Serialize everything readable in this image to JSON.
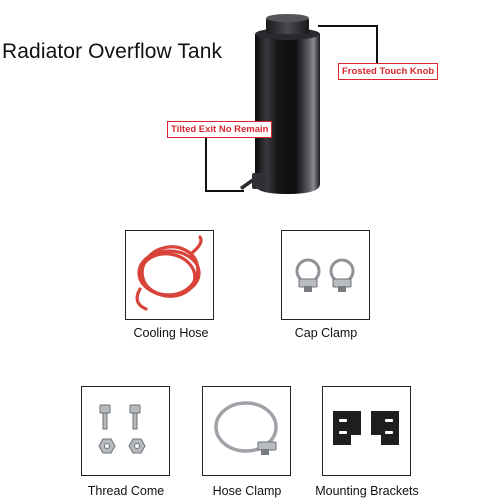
{
  "title": "Radiator Overflow Tank",
  "callouts": {
    "knob": "Frosted Touch Knob",
    "exit": "Tilted Exit No Remain"
  },
  "accessories": [
    {
      "label": "Cooling Hose",
      "icon": "hose-coil-icon"
    },
    {
      "label": "Cap Clamp",
      "icon": "cap-clamp-icon"
    },
    {
      "label": "Thread Come",
      "icon": "bolts-nuts-icon"
    },
    {
      "label": "Hose Clamp",
      "icon": "hose-clamp-icon"
    },
    {
      "label": "Mounting Brackets",
      "icon": "mounting-brackets-icon"
    }
  ],
  "colors": {
    "callout_red": "#d9262e",
    "hose_red": "#d8433a",
    "tank_black": "#1b1b1d"
  }
}
